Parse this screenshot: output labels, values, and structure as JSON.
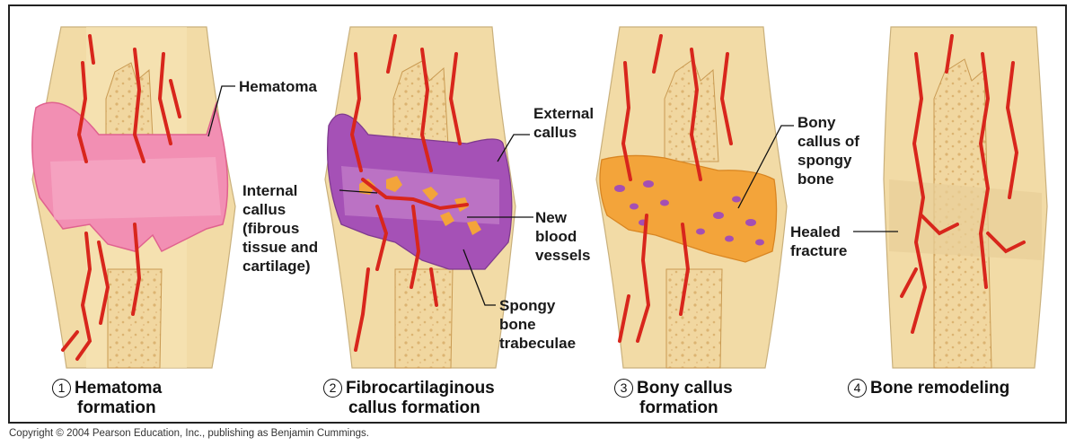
{
  "stages": [
    {
      "number": "1",
      "title_line1": "Hematoma",
      "title_line2": "formation"
    },
    {
      "number": "2",
      "title_line1": "Fibrocartilaginous",
      "title_line2": "callus formation"
    },
    {
      "number": "3",
      "title_line1": "Bony callus",
      "title_line2": "formation"
    },
    {
      "number": "4",
      "title_line1": "Bone remodeling",
      "title_line2": ""
    }
  ],
  "labels": {
    "hematoma": "Hematoma",
    "internal_callus": [
      "Internal",
      "callus",
      "(fibrous",
      "tissue and",
      "cartilage)"
    ],
    "external_callus": [
      "External",
      "callus"
    ],
    "new_blood_vessels": [
      "New",
      "blood",
      "vessels"
    ],
    "spongy_bone_trabeculae": [
      "Spongy",
      "bone",
      "trabeculae"
    ],
    "bony_callus": [
      "Bony",
      "callus of",
      "spongy",
      "bone"
    ],
    "healed_fracture": [
      "Healed",
      "fracture"
    ]
  },
  "copyright": "Copyright © 2004 Pearson Education, Inc., publishing as Benjamin Cummings.",
  "colors": {
    "bone": "#f2d9a2",
    "bone_spongy": "#e9c27a",
    "hematoma": "#f07fa8",
    "vessel": "#d8261c",
    "fibrous_callus": "#a44fb3",
    "bony_callus": "#f3a43a"
  }
}
